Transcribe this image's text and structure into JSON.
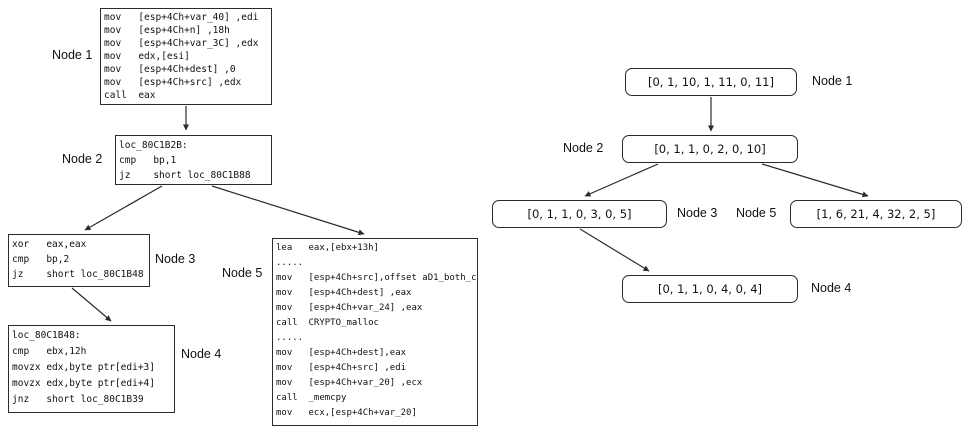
{
  "left": {
    "node1": {
      "label": "Node 1",
      "code": "mov   [esp+4Ch+var_40] ,edi\nmov   [esp+4Ch+n] ,18h\nmov   [esp+4Ch+var_3C] ,edx\nmov   edx,[esi]\nmov   [esp+4Ch+dest] ,0\nmov   [esp+4Ch+src] ,edx\ncall  eax"
    },
    "node2": {
      "label": "Node 2",
      "code": "loc_80C1B2B:\ncmp   bp,1\njz    short loc_80C1B88"
    },
    "node3": {
      "label": "Node 3",
      "code": "xor   eax,eax\ncmp   bp,2\njz    short loc_80C1B48"
    },
    "node4": {
      "label": "Node 4",
      "code": "loc_80C1B48:\ncmp   ebx,12h\nmovzx edx,byte ptr[edi+3]\nmovzx edx,byte ptr[edi+4]\njnz   short loc_80C1B39"
    },
    "node5": {
      "label": "Node 5",
      "code": "lea   eax,[ebx+13h]\n.....\nmov   [esp+4Ch+src],offset aD1_both_c\nmov   [esp+4Ch+dest] ,eax\nmov   [esp+4Ch+var_24] ,eax\ncall  CRYPTO_malloc\n.....\nmov   [esp+4Ch+dest],eax\nmov   [esp+4Ch+src] ,edi\nmov   [esp+4Ch+var_20] ,ecx\ncall  _memcpy\nmov   ecx,[esp+4Ch+var_20]"
    }
  },
  "right": {
    "node1": {
      "label": "Node 1",
      "vector": "[0, 1, 10, 1, 11, 0, 11]"
    },
    "node2": {
      "label": "Node 2",
      "vector": "[0, 1, 1, 0, 2, 0, 10]"
    },
    "node3": {
      "label": "Node 3",
      "vector": "[0, 1, 1, 0, 3, 0, 5]"
    },
    "node4": {
      "label": "Node 4",
      "vector": "[0, 1, 1, 0, 4, 0, 4]"
    },
    "node5": {
      "label": "Node 5",
      "vector": "[1, 6, 21, 4, 32, 2, 5]"
    }
  }
}
